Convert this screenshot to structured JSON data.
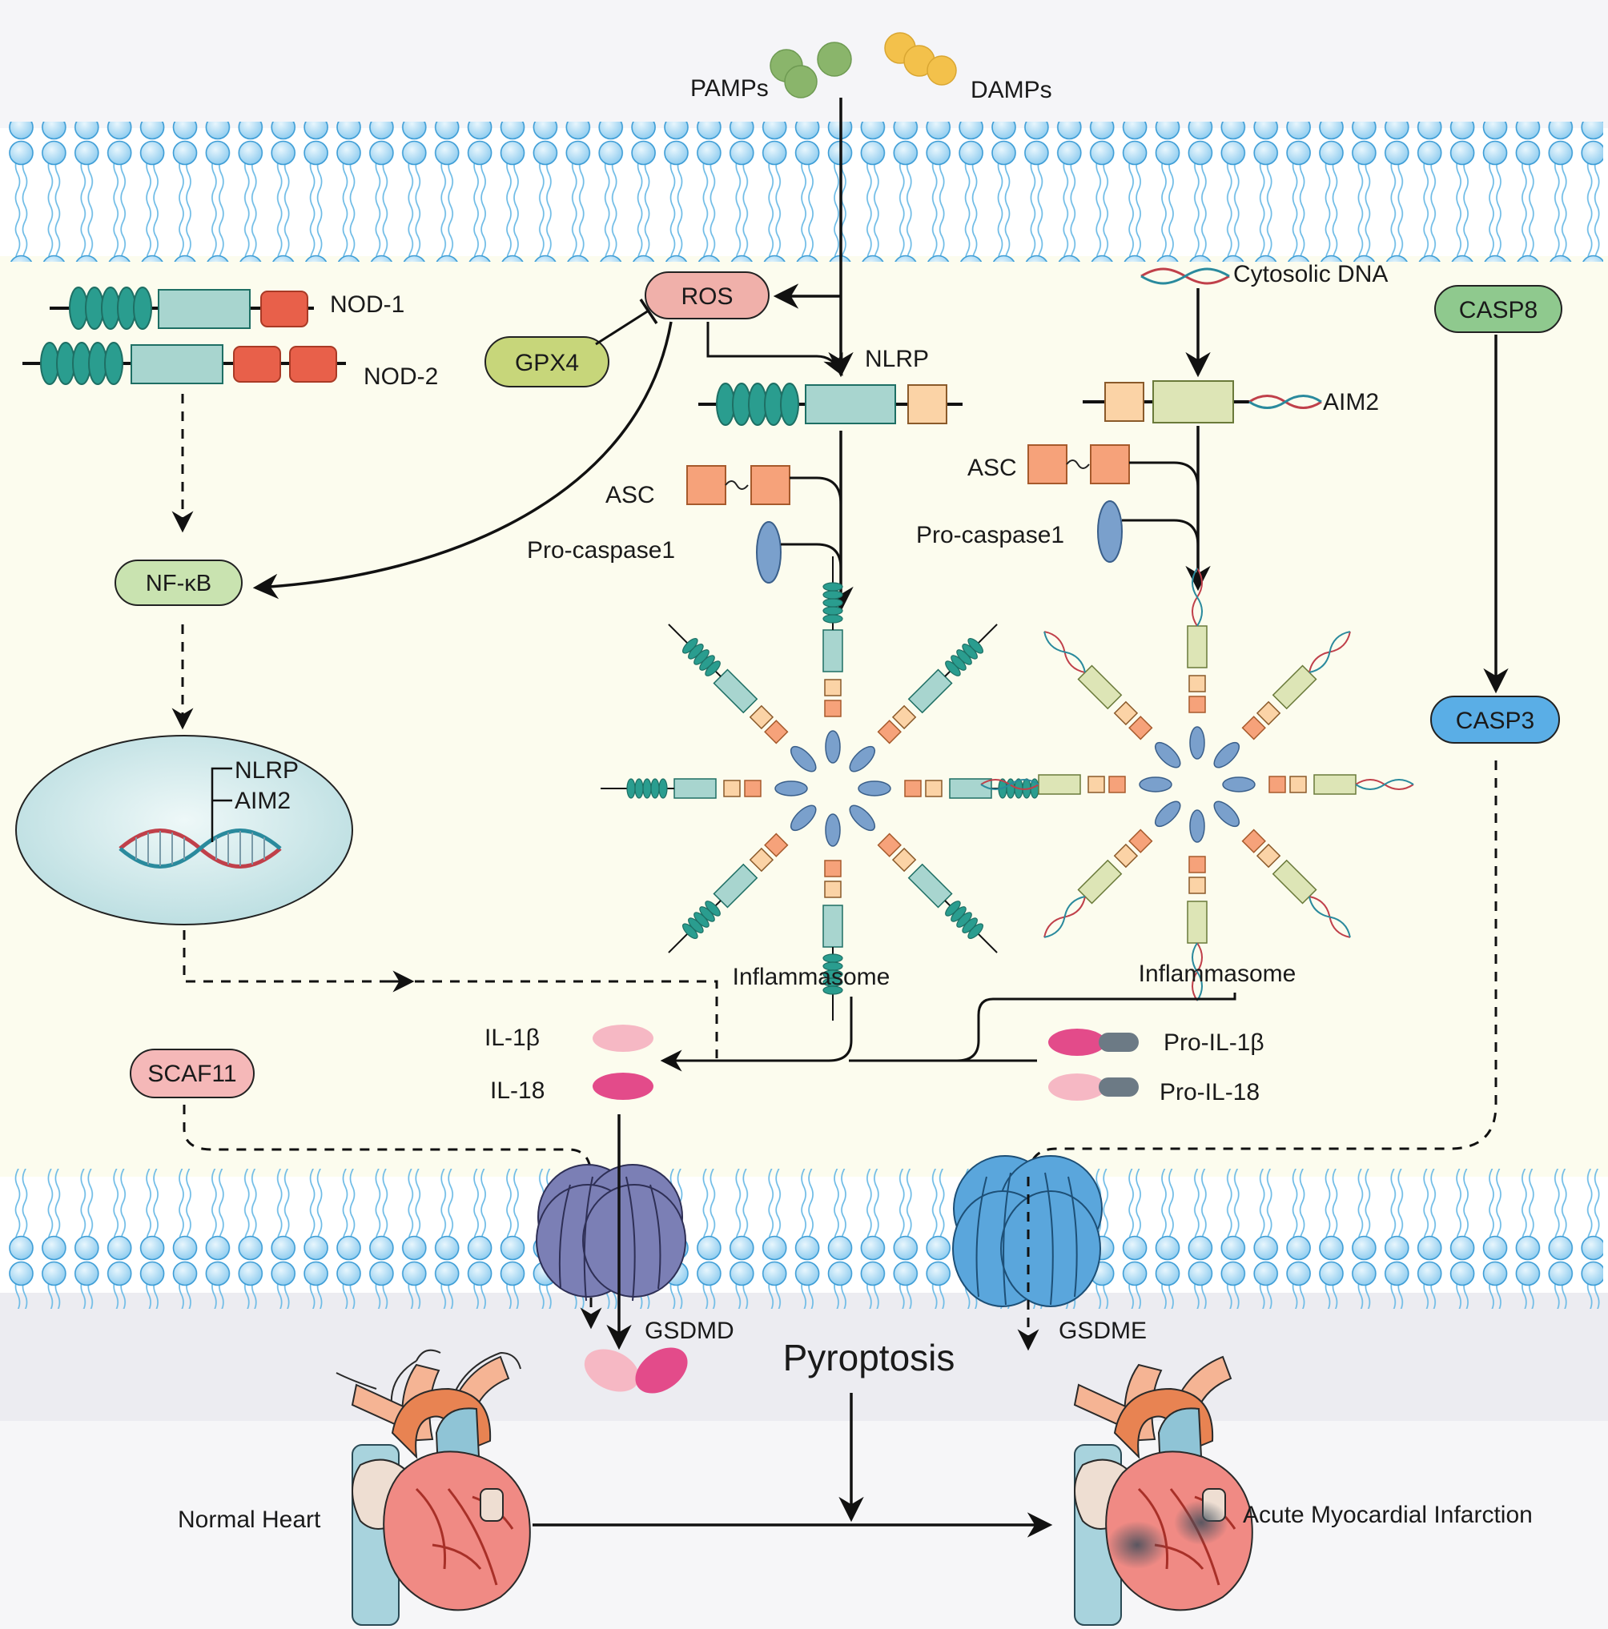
{
  "labels": {
    "pamps": "PAMPs",
    "damps": "DAMPs",
    "nod1": "NOD-1",
    "nod2": "NOD-2",
    "ros": "ROS",
    "gpx4": "GPX4",
    "nlrp": "NLRP",
    "asc_left": "ASC",
    "procasp_left": "Pro-caspase1",
    "cytosolic_dna": "Cytosolic DNA",
    "aim2": "AIM2",
    "asc_right": "ASC",
    "procasp_right": "Pro-caspase1",
    "casp8": "CASP8",
    "casp3": "CASP3",
    "nfkb": "NF-κB",
    "nucleus_nlrp": "NLRP",
    "nucleus_aim2": "AIM2",
    "inflammasome_left": "Inflammasome",
    "inflammasome_right": "Inflammasome",
    "il1b": "IL-1β",
    "il18": "IL-18",
    "pro_il1b": "Pro-IL-1β",
    "pro_il18": "Pro-IL-18",
    "scaf11": "SCAF11",
    "gsdmd": "GSDMD",
    "gsdme": "GSDME",
    "pyroptosis": "Pyroptosis",
    "normal_heart": "Normal Heart",
    "ami": "Acute Myocardial Infarction"
  },
  "colors": {
    "cytoplasm": "#fcfcee",
    "extracellular": "#f5f5f8",
    "lower_band": "#ececf1",
    "bottom_area": "#f6f6f8",
    "lipid_head": "#a9d8f2",
    "lipid_head_stroke": "#4aa3d8",
    "lipid_tail": "#5fb3e0",
    "teal": "#2a9d8f",
    "teal_dark": "#1e6f64",
    "nacht_box": "#a8d5cf",
    "lrr_red": "#e8604a",
    "pyd_peach": "#fbd3a6",
    "asc_orange": "#f6a27a",
    "procasp_blue": "#7aa0cc",
    "aim2_hin": "#dde5b6",
    "ros_pink": "#f0b0aa",
    "gpx4_olive": "#c7d67a",
    "nfkb_green": "#c9e3b0",
    "casp8_green": "#8fc98e",
    "casp3_blue": "#5aaee6",
    "scaf11_pink": "#f5b8b8",
    "il_light_pink": "#f6b8c4",
    "il_dark_pink": "#e34b8a",
    "pro_il_grey": "#6c7a85",
    "gsdmd_pore": "#7b7fb5",
    "gsdme_pore": "#5aa6dc",
    "pamps_green": "#8ab56b",
    "damps_yellow": "#f3c14b",
    "nucleus": "#cde7e9"
  }
}
